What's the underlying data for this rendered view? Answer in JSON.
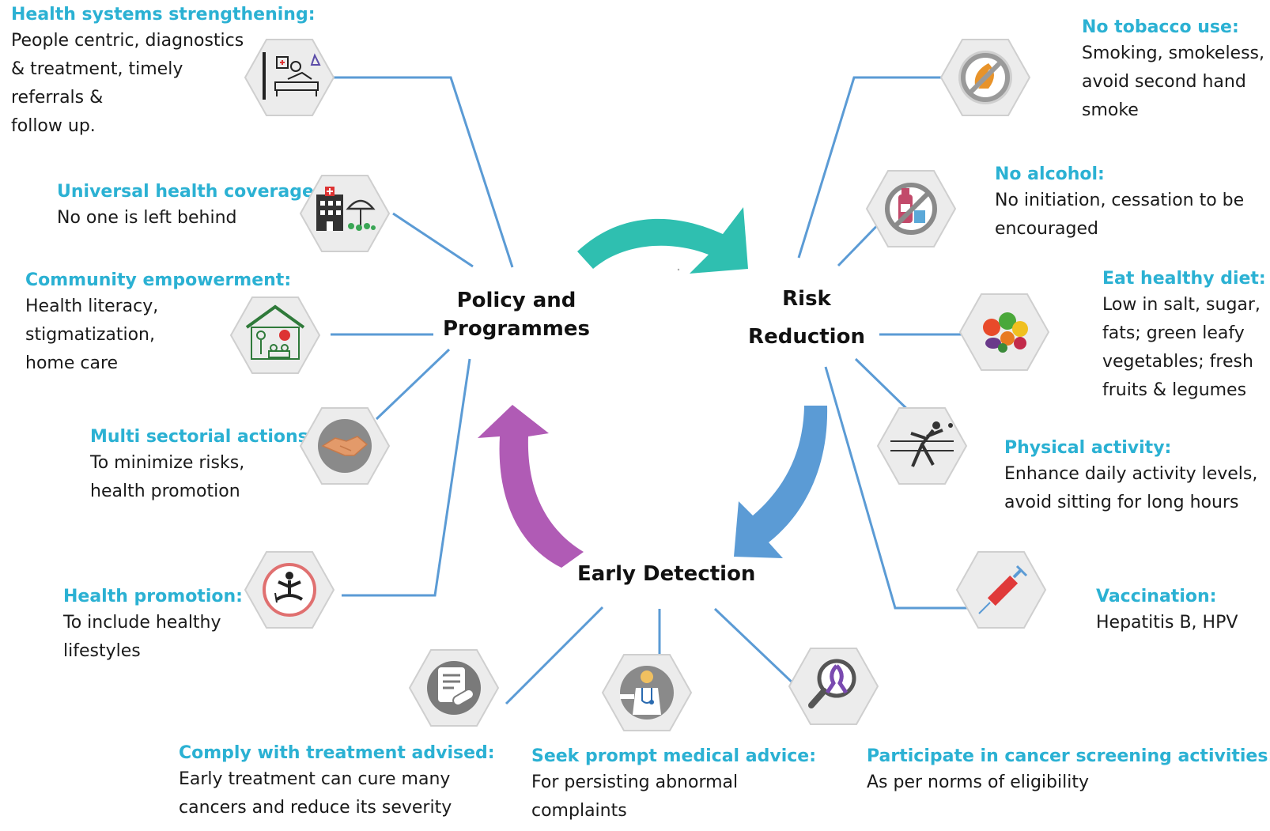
{
  "hubs": {
    "policy": [
      "Policy and",
      "Programmes"
    ],
    "risk": [
      "Risk",
      "Reduction"
    ],
    "early": "Early Detection"
  },
  "colors": {
    "heading": "#2bb1d3",
    "connector": "#5b9bd5",
    "arrow_policy_to_risk": "#2fbfb0",
    "arrow_risk_to_early": "#5b9bd5",
    "arrow_early_to_policy": "#b05bb5",
    "hexagon_fill": "#ececec",
    "hexagon_stroke": "#cfcfcf"
  },
  "items": {
    "health_systems": {
      "heading": "Health systems strengthening:",
      "lines": [
        "People centric, diagnostics",
        "& treatment, timely",
        "referrals &",
        "follow up."
      ],
      "icon": "patient-bed-icon"
    },
    "uhc": {
      "heading": "Universal health coverage:",
      "lines": [
        "No one is left behind"
      ],
      "icon": "hospital-umbrella-icon"
    },
    "community": {
      "heading": "Community empowerment:",
      "lines": [
        "Health literacy,",
        "stigmatization,",
        "home care"
      ],
      "icon": "community-house-icon"
    },
    "multisectoral": {
      "heading": "Multi sectorial actions:",
      "lines": [
        "To minimize risks,",
        "health promotion"
      ],
      "icon": "handshake-icon"
    },
    "promotion": {
      "heading": "Health promotion:",
      "lines": [
        "To include healthy",
        "lifestyles"
      ],
      "icon": "yoga-icon"
    },
    "tobacco": {
      "heading": "No tobacco use:",
      "lines": [
        "Smoking, smokeless,",
        "avoid second hand",
        "smoke"
      ],
      "icon": "no-tobacco-icon"
    },
    "alcohol": {
      "heading": "No alcohol:",
      "lines": [
        "No initiation, cessation to be",
        "encouraged"
      ],
      "icon": "no-alcohol-icon"
    },
    "diet": {
      "heading": "Eat healthy diet:",
      "lines": [
        "Low in salt, sugar,",
        "fats; green leafy",
        "vegetables; fresh",
        "fruits & legumes"
      ],
      "icon": "fruits-vegetables-icon"
    },
    "physical": {
      "heading": "Physical activity:",
      "lines": [
        "Enhance daily activity levels,",
        "avoid sitting for long hours"
      ],
      "icon": "sports-icon"
    },
    "vaccination": {
      "heading": "Vaccination:",
      "lines": [
        "Hepatitis B, HPV"
      ],
      "icon": "syringe-icon"
    },
    "comply": {
      "heading": "Comply with treatment advised:",
      "lines": [
        "Early treatment can cure many",
        "cancers and reduce its severity"
      ],
      "icon": "prescription-pill-icon"
    },
    "seek": {
      "heading": "Seek prompt medical advice:",
      "lines": [
        "For persisting abnormal",
        "complaints"
      ],
      "icon": "doctor-icon"
    },
    "screening": {
      "heading": "Participate in cancer screening activities:",
      "lines": [
        "As per norms of eligibility"
      ],
      "icon": "ribbon-magnifier-icon"
    }
  }
}
